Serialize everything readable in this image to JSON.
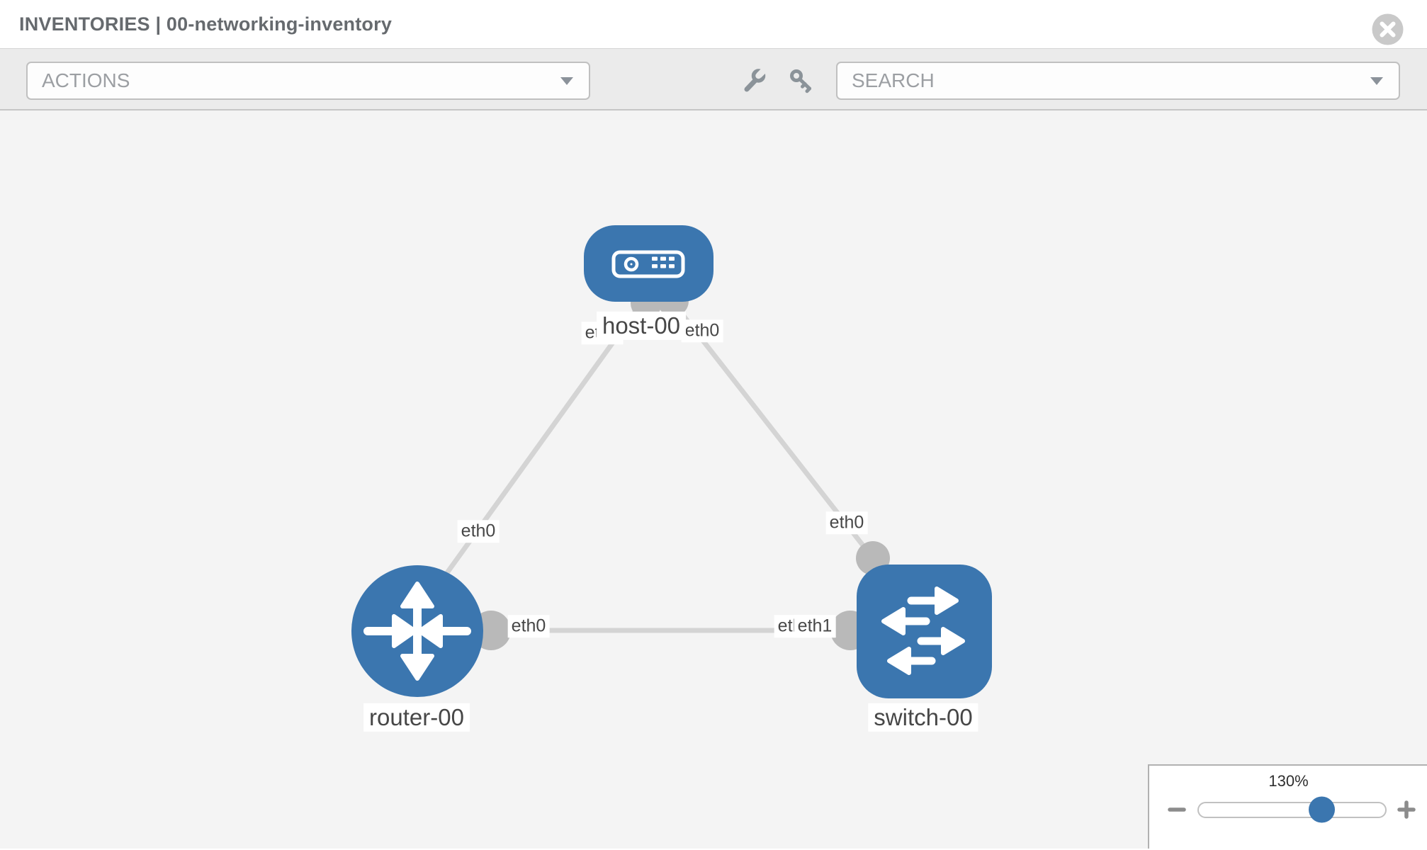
{
  "header": {
    "title": "INVENTORIES | 00-networking-inventory"
  },
  "toolbar": {
    "actions_label": "ACTIONS",
    "search_label": "SEARCH"
  },
  "topology": {
    "nodes": [
      {
        "label": "host-00",
        "type": "host"
      },
      {
        "label": "router-00",
        "type": "router"
      },
      {
        "label": "switch-00",
        "type": "switch"
      }
    ],
    "links": [
      {
        "from": "host-00",
        "to": "router-00"
      },
      {
        "from": "host-00",
        "to": "switch-00"
      },
      {
        "from": "router-00",
        "to": "switch-00"
      }
    ],
    "interface_badges": [
      {
        "text": "eth0"
      },
      {
        "text": "eth0"
      },
      {
        "text": "eth0"
      },
      {
        "text": "eth0"
      },
      {
        "text": "eth0"
      },
      {
        "text": "eth0"
      },
      {
        "text": "eth1"
      }
    ]
  },
  "zoom_control": {
    "level": "130%"
  },
  "colors": {
    "node_blue": "#3b76af",
    "link_gray": "#d4d4d4",
    "connector_gray": "#b9b9b9",
    "canvas_bg": "#f4f4f4",
    "toolbar_bg": "#ebebeb"
  }
}
